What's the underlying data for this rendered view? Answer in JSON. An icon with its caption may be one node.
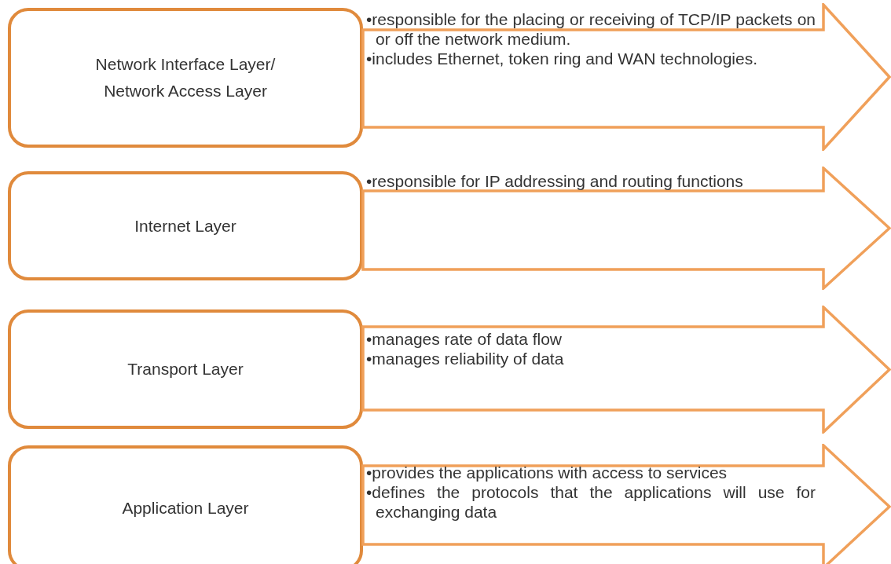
{
  "diagram": {
    "nodes": [
      {
        "text": [
          "Network Interface Layer/ Network Access Layer"
        ]
      },
      {
        "text": [
          "•responsible for the placing or receiving of TCP/IP packets on or off the network medium.",
          "•includes Ethernet, token ring and WAN technologies."
        ]
      },
      {
        "text": [
          "Internet Layer"
        ]
      },
      {
        "text": [
          "•responsible for IP addressing and routing functions"
        ]
      },
      {
        "text": [
          "Transport Layer"
        ]
      },
      {
        "text": [
          "•manages rate of data flow",
          "•manages reliability of data"
        ]
      },
      {
        "text": [
          "Application Layer"
        ]
      },
      {
        "text": [
          "•provides the applications with access to services",
          "•defines the protocols that the applications will use for exchanging data"
        ]
      }
    ],
    "edges": []
  }
}
